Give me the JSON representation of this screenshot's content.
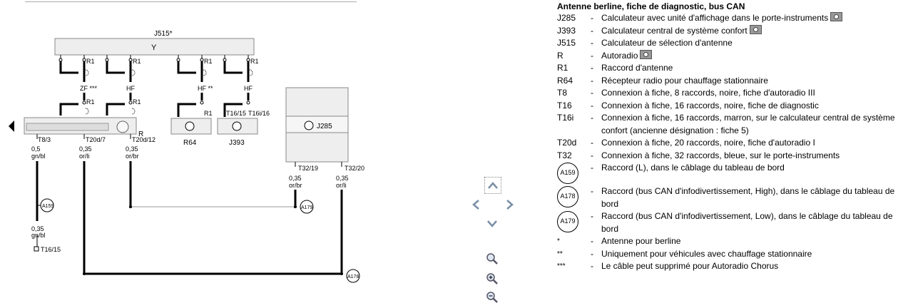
{
  "diagram": {
    "j515_label": "J515*",
    "y_label": "Y",
    "r1": "R1",
    "zf_label": "ZF ***",
    "hf": "HF",
    "hf_star": "HF **",
    "t16_15": "T16/15",
    "t16_16": "T16i/16",
    "r_label": "R",
    "r64_label": "R64",
    "j393_label": "J393",
    "j285_label": "J285",
    "t8_3": "T8/3",
    "t20d_7": "T20d/7",
    "t20d_12": "T20d/12",
    "w035": "0,35",
    "w05": "0,5",
    "gnbl": "gn/bl",
    "orli": "or/li",
    "orbr": "or/br",
    "t32_19": "T32/19",
    "t32_20": "T32/20",
    "a159": "A159",
    "a179": "A179",
    "a178": "A178",
    "t16_15b": "T16/15"
  },
  "legend": {
    "title": "Antenne berline, fiche de diagnostic, bus CAN",
    "dash": "-",
    "items": [
      {
        "code": "J285",
        "text": "Calculateur avec unité d'affichage dans le porte-instruments",
        "camera": true
      },
      {
        "code": "J393",
        "text": "Calculateur central de système confort",
        "camera": true
      },
      {
        "code": "J515",
        "text": "Calculateur de sélection d'antenne",
        "camera": false
      },
      {
        "code": "R",
        "text": "Autoradio",
        "camera": true
      },
      {
        "code": "R1",
        "text": "Raccord d'antenne",
        "camera": false
      },
      {
        "code": "R64",
        "text": "Récepteur radio pour chauffage stationnaire",
        "camera": false
      },
      {
        "code": "T8",
        "text": "Connexion à fiche, 8 raccords, noire, fiche d'autoradio III",
        "camera": false
      },
      {
        "code": "T16",
        "text": "Connexion à fiche, 16 raccords, noire, fiche de diagnostic",
        "camera": false
      },
      {
        "code": "T16i",
        "text": "Connexion à fiche, 16 raccords, marron, sur le calculateur central de système confort (ancienne désignation : fiche 5)",
        "camera": false
      },
      {
        "code": "T20d",
        "text": "Connexion à fiche, 20 raccords, noire, fiche d'autoradio I",
        "camera": false
      },
      {
        "code": "T32",
        "text": "Connexion à fiche, 32 raccords, bleue, sur le porte-instruments",
        "camera": false
      }
    ],
    "circle_items": [
      {
        "code": "A159",
        "text": "Raccord (L), dans le câblage du tableau de bord"
      },
      {
        "code": "A178",
        "text": "Raccord (bus CAN d'infodivertissement, High), dans le câblage du tableau de bord"
      },
      {
        "code": "A179",
        "text": "Raccord (bus CAN d'infodivertissement, Low), dans le câblage du tableau de bord"
      }
    ],
    "notes": [
      {
        "code": "*",
        "text": "Antenne pour berline"
      },
      {
        "code": "**",
        "text": "Uniquement pour véhicules avec chauffage stationnaire"
      },
      {
        "code": "***",
        "text": "Le câble peut supprimé pour Autoradio Chorus"
      }
    ]
  },
  "nav": {
    "icons": [
      "chevron-up-icon",
      "chevron-left-icon",
      "chevron-right-icon",
      "chevron-down-icon",
      "zoom-icon",
      "zoom-in-icon",
      "zoom-out-icon"
    ]
  }
}
